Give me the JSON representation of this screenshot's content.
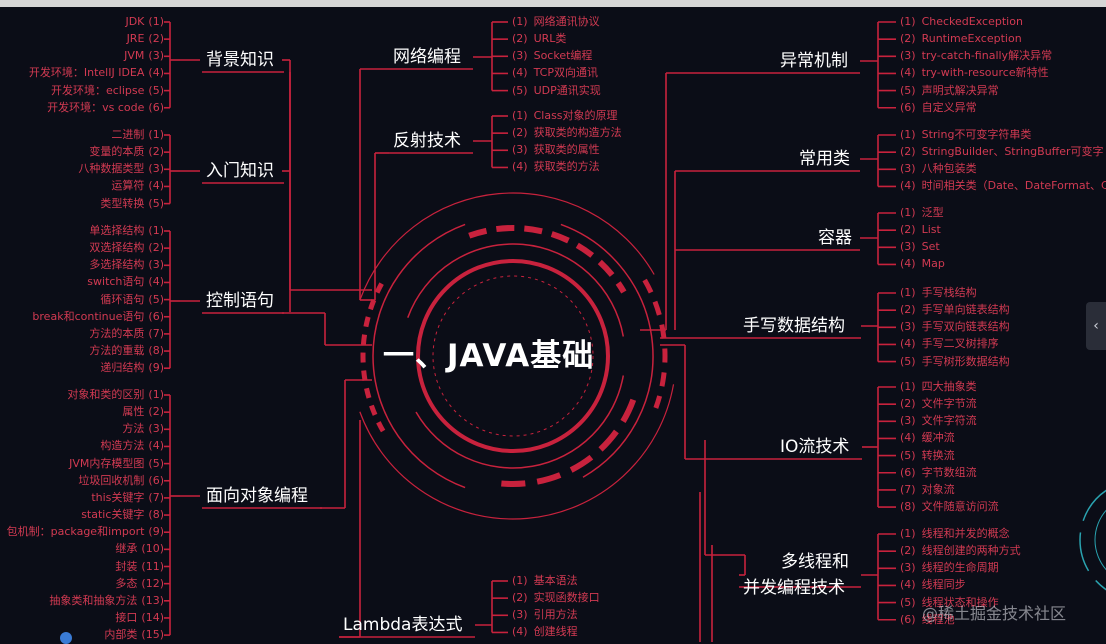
{
  "center": {
    "title": "一、JAVA基础"
  },
  "watermark": "@稀土掘金技术社区",
  "colors": {
    "background": "#0b0d17",
    "accent": "#c8223d",
    "leaf_text": "#d23a52",
    "node_text": "#ffffff"
  },
  "icons": {
    "side_handle": "chevron-left-icon"
  },
  "side_handle_glyph": "‹",
  "left_branches": [
    {
      "label": "背景知识",
      "items": [
        {
          "text": "JDK",
          "num": "(1)"
        },
        {
          "text": "JRE",
          "num": "(2)"
        },
        {
          "text": "JVM",
          "num": "(3)"
        },
        {
          "text": "开发环境：IntelIJ IDEA",
          "num": "(4)"
        },
        {
          "text": "开发环境：eclipse",
          "num": "(5)"
        },
        {
          "text": "开发环境：vs code",
          "num": "(6)"
        }
      ]
    },
    {
      "label": "入门知识",
      "items": [
        {
          "text": "二进制",
          "num": "(1)"
        },
        {
          "text": "变量的本质",
          "num": "(2)"
        },
        {
          "text": "八种数据类型",
          "num": "(3)"
        },
        {
          "text": "运算符",
          "num": "(4)"
        },
        {
          "text": "类型转换",
          "num": "(5)"
        }
      ]
    },
    {
      "label": "控制语句",
      "items": [
        {
          "text": "单选择结构",
          "num": "(1)"
        },
        {
          "text": "双选择结构",
          "num": "(2)"
        },
        {
          "text": "多选择结构",
          "num": "(3)"
        },
        {
          "text": "switch语句",
          "num": "(4)"
        },
        {
          "text": "循环语句",
          "num": "(5)"
        },
        {
          "text": "break和continue语句",
          "num": "(6)"
        },
        {
          "text": "方法的本质",
          "num": "(7)"
        },
        {
          "text": "方法的重载",
          "num": "(8)"
        },
        {
          "text": "递归结构",
          "num": "(9)"
        }
      ]
    },
    {
      "label": "面向对象编程",
      "items": [
        {
          "text": "对象和类的区别",
          "num": "(1)"
        },
        {
          "text": "属性",
          "num": "(2)"
        },
        {
          "text": "方法",
          "num": "(3)"
        },
        {
          "text": "构造方法",
          "num": "(4)"
        },
        {
          "text": "JVM内存模型图",
          "num": "(5)"
        },
        {
          "text": "垃圾回收机制",
          "num": "(6)"
        },
        {
          "text": "this关键字",
          "num": "(7)"
        },
        {
          "text": "static关键字",
          "num": "(8)"
        },
        {
          "text": "包机制：package和import",
          "num": "(9)"
        },
        {
          "text": "继承",
          "num": "(10)"
        },
        {
          "text": "封装",
          "num": "(11)"
        },
        {
          "text": "多态",
          "num": "(12)"
        },
        {
          "text": "抽象类和抽象方法",
          "num": "(13)"
        },
        {
          "text": "接口",
          "num": "(14)"
        },
        {
          "text": "内部类",
          "num": "(15)"
        }
      ]
    }
  ],
  "mid_branches": [
    {
      "label": "网络编程",
      "items": [
        {
          "num": "(1)",
          "text": "网络通讯协议"
        },
        {
          "num": "(2)",
          "text": "URL类"
        },
        {
          "num": "(3)",
          "text": "Socket编程"
        },
        {
          "num": "(4)",
          "text": "TCP双向通讯"
        },
        {
          "num": "(5)",
          "text": "UDP通讯实现"
        }
      ]
    },
    {
      "label": "反射技术",
      "items": [
        {
          "num": "(1)",
          "text": "Class对象的原理"
        },
        {
          "num": "(2)",
          "text": "获取类的构造方法"
        },
        {
          "num": "(3)",
          "text": "获取类的属性"
        },
        {
          "num": "(4)",
          "text": "获取类的方法"
        }
      ]
    },
    {
      "label": "Lambda表达式",
      "items": [
        {
          "num": "(1)",
          "text": "基本语法"
        },
        {
          "num": "(2)",
          "text": "实现函数接口"
        },
        {
          "num": "(3)",
          "text": "引用方法"
        },
        {
          "num": "(4)",
          "text": "创建线程"
        }
      ]
    }
  ],
  "right_branches": [
    {
      "label": "异常机制",
      "items": [
        {
          "num": "(1)",
          "text": "CheckedException"
        },
        {
          "num": "(2)",
          "text": "RuntimeException"
        },
        {
          "num": "(3)",
          "text": "try-catch-finally解决异常"
        },
        {
          "num": "(4)",
          "text": "try-with-resource新特性"
        },
        {
          "num": "(5)",
          "text": "声明式解决异常"
        },
        {
          "num": "(6)",
          "text": "自定义异常"
        }
      ]
    },
    {
      "label": "常用类",
      "items": [
        {
          "num": "(1)",
          "text": "String不可变字符串类"
        },
        {
          "num": "(2)",
          "text": "StringBuilder、StringBuffer可变字"
        },
        {
          "num": "(3)",
          "text": "八种包装类"
        },
        {
          "num": "(4)",
          "text": "时间相关类（Date、DateFormat、C"
        }
      ]
    },
    {
      "label": "容器",
      "items": [
        {
          "num": "(1)",
          "text": "泛型"
        },
        {
          "num": "(2)",
          "text": "List"
        },
        {
          "num": "(3)",
          "text": "Set"
        },
        {
          "num": "(4)",
          "text": "Map"
        }
      ]
    },
    {
      "label": "手写数据结构",
      "items": [
        {
          "num": "(1)",
          "text": "手写栈结构"
        },
        {
          "num": "(2)",
          "text": "手写单向链表结构"
        },
        {
          "num": "(3)",
          "text": "手写双向链表结构"
        },
        {
          "num": "(4)",
          "text": "手写二叉树排序"
        },
        {
          "num": "(5)",
          "text": "手写树形数据结构"
        }
      ]
    },
    {
      "label": "IO流技术",
      "items": [
        {
          "num": "(1)",
          "text": "四大抽象类"
        },
        {
          "num": "(2)",
          "text": "文件字节流"
        },
        {
          "num": "(3)",
          "text": "文件字符流"
        },
        {
          "num": "(4)",
          "text": "缓冲流"
        },
        {
          "num": "(5)",
          "text": "转换流"
        },
        {
          "num": "(6)",
          "text": "字节数组流"
        },
        {
          "num": "(7)",
          "text": "对象流"
        },
        {
          "num": "(8)",
          "text": "文件随意访问流"
        }
      ]
    },
    {
      "label": "多线程和",
      "label2": "并发编程技术",
      "items": [
        {
          "num": "(1)",
          "text": "线程和并发的概念"
        },
        {
          "num": "(2)",
          "text": "线程创建的两种方式"
        },
        {
          "num": "(3)",
          "text": "线程的生命周期"
        },
        {
          "num": "(4)",
          "text": "线程同步"
        },
        {
          "num": "(5)",
          "text": "线程状态和操作"
        },
        {
          "num": "(6)",
          "text": "线程池"
        }
      ]
    }
  ]
}
